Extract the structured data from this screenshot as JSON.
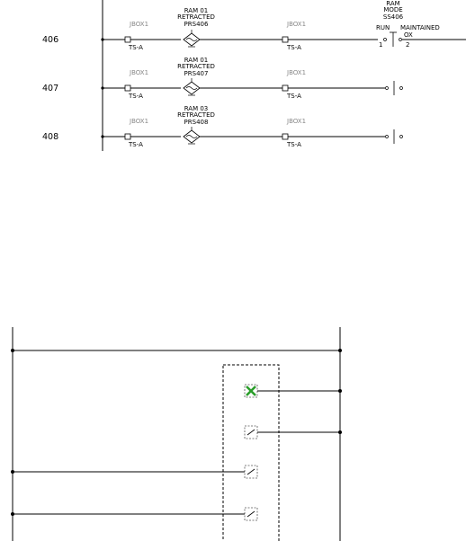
{
  "rungs": [
    {
      "number": "406",
      "jbox_left": "JBOX1",
      "ts_left": "TS-A",
      "switch_lines": [
        "RAM 01",
        "RETRACTED",
        "PRS406"
      ],
      "jbox_right": "JBOX1",
      "ts_right": "TS-A"
    },
    {
      "number": "407",
      "jbox_left": "JBOX1",
      "ts_left": "TS-A",
      "switch_lines": [
        "RAM 01",
        "RETRACTED",
        "PRS407"
      ],
      "jbox_right": "JBOX1",
      "ts_right": "TS-A"
    },
    {
      "number": "408",
      "jbox_left": "JBOX1",
      "ts_left": "TS-A",
      "switch_lines": [
        "RAM 03",
        "RETRACTED",
        "PRS408"
      ],
      "jbox_right": "JBOX1",
      "ts_right": "TS-A"
    }
  ],
  "selector": {
    "lines": [
      "RAM",
      "MODE",
      "SS406"
    ],
    "left_label": "RUN",
    "right_label": "MAINTAINED",
    "contact_mark": "OX",
    "terminal_left": "1",
    "terminal_right": "2"
  },
  "colors": {
    "line": "#000000",
    "grip_marker": "#2a9d2a",
    "connector": "#888888"
  }
}
